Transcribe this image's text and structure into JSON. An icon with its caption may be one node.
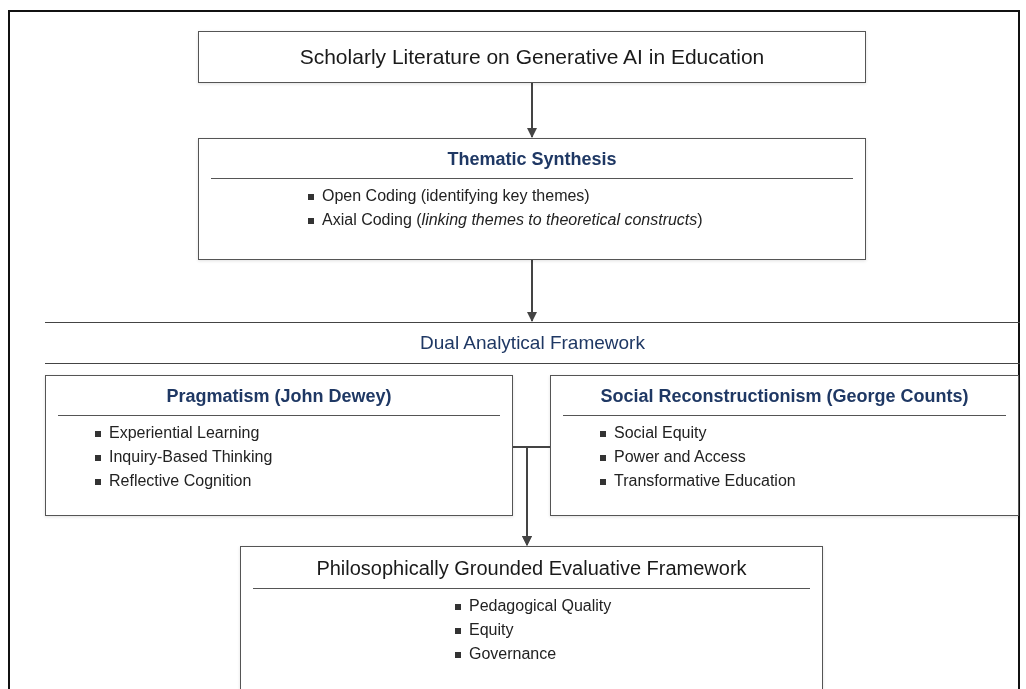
{
  "diagram": {
    "nodes": [
      {
        "text": [
          "Scholarly Literature on Generative AI in Education"
        ]
      },
      {
        "text": [
          "Thematic Synthesis",
          "Open Coding (identifying key themes)",
          "Axial Coding (*linking themes to theoretical constructs*)"
        ]
      },
      {
        "text": [
          "Dual Analytical Framework"
        ]
      },
      {
        "text": [
          "Pragmatism (John Dewey)",
          "Experiential Learning",
          "Inquiry-Based Thinking",
          "Reflective Cognition"
        ]
      },
      {
        "text": [
          "Social Reconstructionism (George Counts)",
          "Social Equity",
          "Power and Access",
          "Transformative Education"
        ]
      },
      {
        "text": [
          "Philosophically Grounded Evaluative Framework",
          "Pedagogical Quality",
          "Equity",
          "Governance"
        ]
      }
    ],
    "edges": [
      {
        "from": 0,
        "to": 1,
        "arrow": "to"
      },
      {
        "from": 1,
        "to": 2,
        "arrow": "to"
      },
      {
        "from": 3,
        "to": 5,
        "arrow": "to"
      },
      {
        "from": 4,
        "to": 5,
        "arrow": "to"
      }
    ]
  }
}
